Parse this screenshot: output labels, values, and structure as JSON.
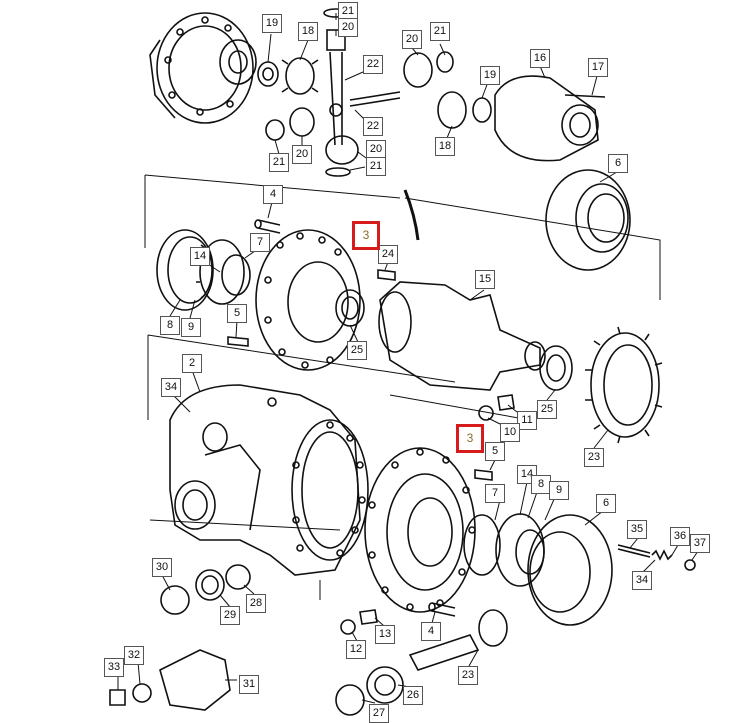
{
  "labels": [
    {
      "t": "19"
    },
    {
      "t": "21"
    },
    {
      "t": "20"
    },
    {
      "t": "18"
    },
    {
      "t": "22"
    },
    {
      "t": "20"
    },
    {
      "t": "21"
    },
    {
      "t": "19"
    },
    {
      "t": "16"
    },
    {
      "t": "17"
    },
    {
      "t": "22"
    },
    {
      "t": "21"
    },
    {
      "t": "20"
    },
    {
      "t": "20"
    },
    {
      "t": "21"
    },
    {
      "t": "18"
    },
    {
      "t": "6"
    },
    {
      "t": "4"
    },
    {
      "t": "7"
    },
    {
      "t": "14"
    },
    {
      "t": "24"
    },
    {
      "t": "15"
    },
    {
      "t": "8"
    },
    {
      "t": "9"
    },
    {
      "t": "5"
    },
    {
      "t": "25"
    },
    {
      "t": "2"
    },
    {
      "t": "34"
    },
    {
      "t": "11"
    },
    {
      "t": "10"
    },
    {
      "t": "25"
    },
    {
      "t": "5"
    },
    {
      "t": "23"
    },
    {
      "t": "14"
    },
    {
      "t": "7"
    },
    {
      "t": "8"
    },
    {
      "t": "9"
    },
    {
      "t": "6"
    },
    {
      "t": "35"
    },
    {
      "t": "36"
    },
    {
      "t": "37"
    },
    {
      "t": "34"
    },
    {
      "t": "30"
    },
    {
      "t": "29"
    },
    {
      "t": "28"
    },
    {
      "t": "13"
    },
    {
      "t": "12"
    },
    {
      "t": "4"
    },
    {
      "t": "23"
    },
    {
      "t": "33"
    },
    {
      "t": "32"
    },
    {
      "t": "31"
    },
    {
      "t": "26"
    },
    {
      "t": "27"
    }
  ],
  "highlighted": [
    {
      "t": "3"
    },
    {
      "t": "3"
    }
  ]
}
